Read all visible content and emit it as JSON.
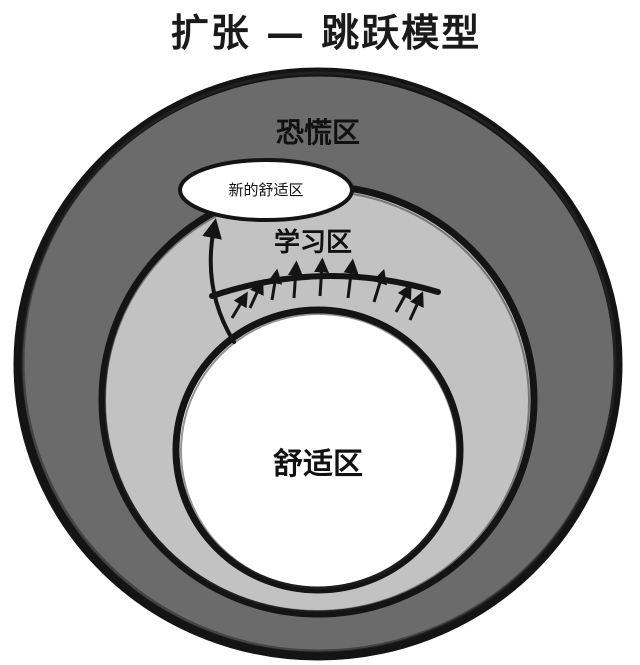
{
  "title": "扩张 — 跳跃模型",
  "zones": {
    "panic": "恐慌区",
    "learning": "学习区",
    "comfort": "舒适区",
    "new_comfort": "新的舒适区"
  },
  "colors": {
    "panic_fill": "#6b6b6b",
    "learning_fill": "#c2c2c2",
    "comfort_fill": "#ffffff",
    "ink": "#141414"
  }
}
